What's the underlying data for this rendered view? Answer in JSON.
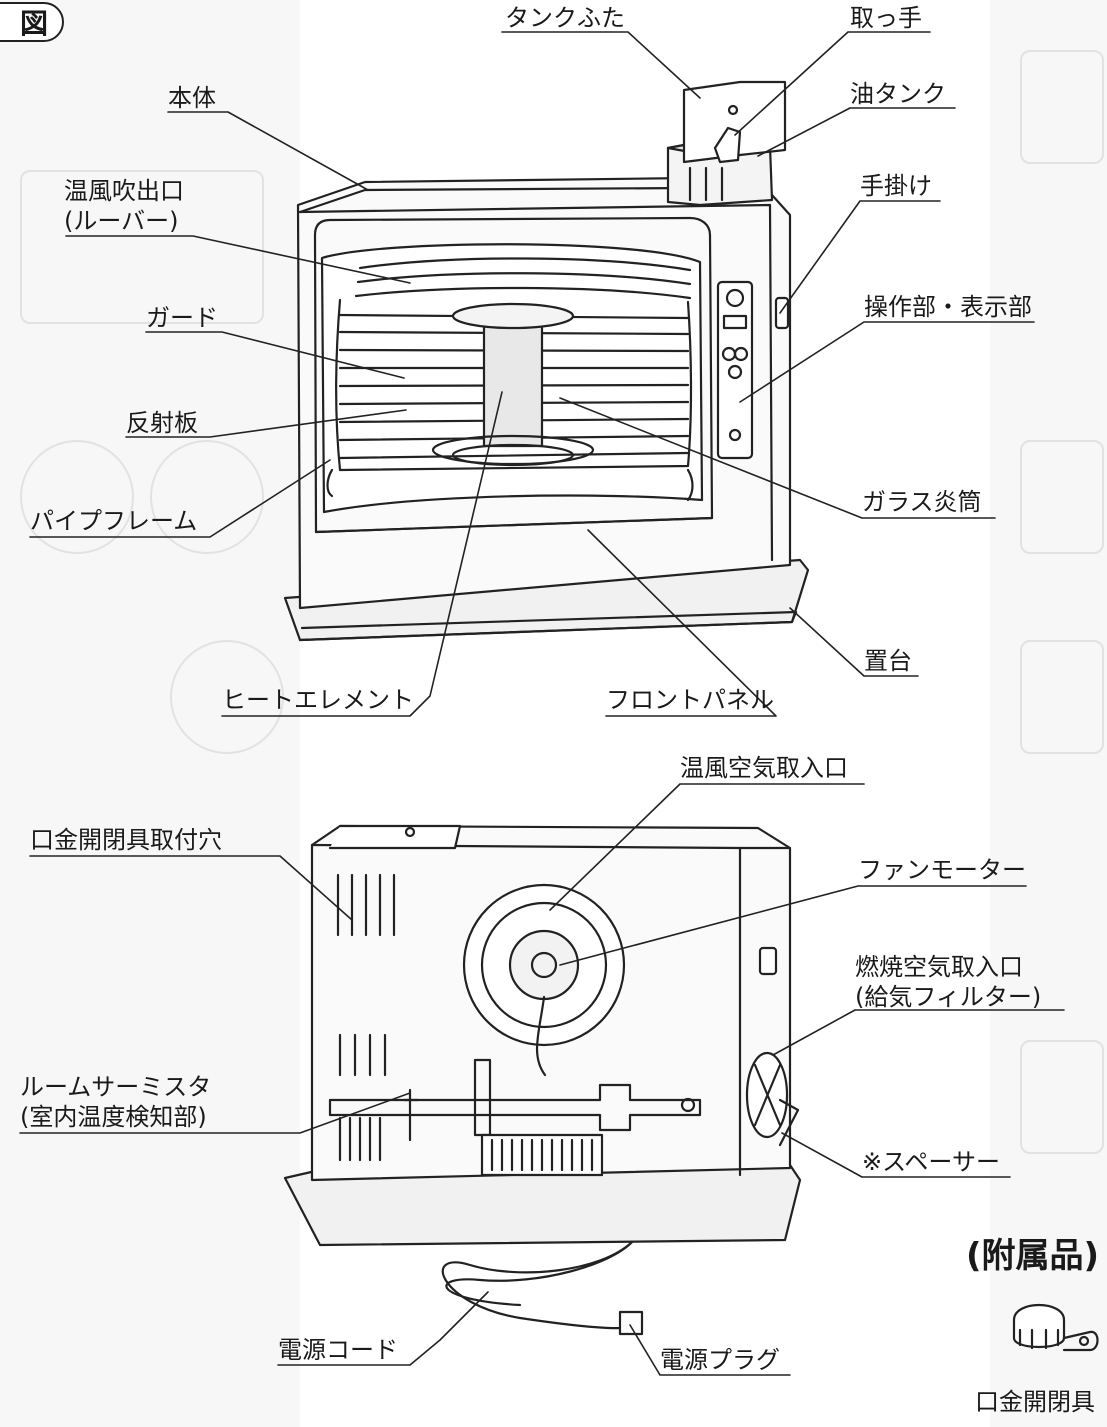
{
  "figure_tag": "図",
  "front_labels": {
    "tank_cap": "タンクふた",
    "handle": "取っ手",
    "oil_tank": "油タンク",
    "body": "本体",
    "hand_grip": "手掛け",
    "warm_air_outlet": "温風吹出口\n(ルーバー)",
    "guard": "ガード",
    "control_display": "操作部・表示部",
    "reflector": "反射板",
    "glass_chimney": "ガラス炎筒",
    "pipe_frame": "パイプフレーム",
    "base": "置台",
    "heat_element": "ヒートエレメント",
    "front_panel": "フロントパネル"
  },
  "back_labels": {
    "warm_air_intake": "温風空気取入口",
    "cap_tool_hole": "口金開閉具取付穴",
    "fan_motor": "ファンモーター",
    "combustion_air_intake": "燃焼空気取入口\n(給気フィルター)",
    "room_thermistor": "ルームサーミスタ\n(室内温度検知部)",
    "spacer": "※スペーサー",
    "power_cord": "電源コード",
    "power_plug": "電源プラグ"
  },
  "accessories": {
    "title": "(附属品)",
    "cap_tool": "口金開閉具"
  }
}
